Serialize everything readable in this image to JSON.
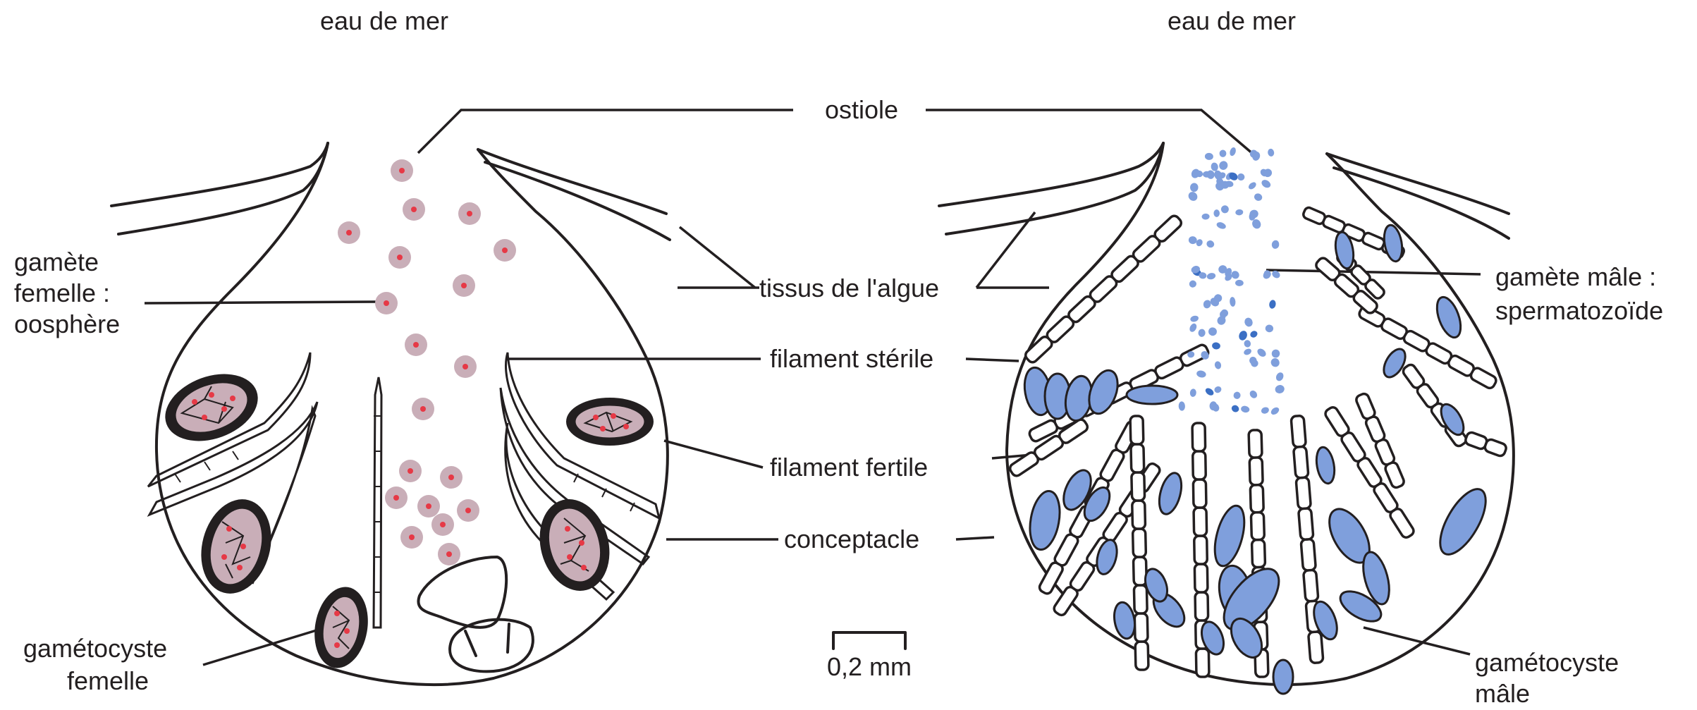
{
  "labels": {
    "seawater_left": "eau de mer",
    "seawater_right": "eau de mer",
    "ostiole": "ostiole",
    "female_gamete_line1": "gamète",
    "female_gamete_line2": "femelle :",
    "female_gamete_line3": "oosphère",
    "algae_tissue": "tissus de l'algue",
    "sterile_filament": "filament stérile",
    "fertile_filament": "filament fertile",
    "conceptacle": "conceptacle",
    "female_gametocyst_line1": "gamétocyste",
    "female_gametocyst_line2": "femelle",
    "male_gamete_line1": "gamète mâle :",
    "male_gamete_line2": "spermatozoïde",
    "male_gametocyst_line1": "gamétocyste",
    "male_gametocyst_line2": "mâle",
    "scale": "0,2 mm"
  },
  "colors": {
    "ink": "#231f20",
    "oosphere_fill": "#c9aeb8",
    "oosphere_nucleus": "#e63946",
    "female_gametocyst_wall": "#231f20",
    "male_blue": "#7f9fdc",
    "male_blue_dark": "#3b6fc4"
  }
}
